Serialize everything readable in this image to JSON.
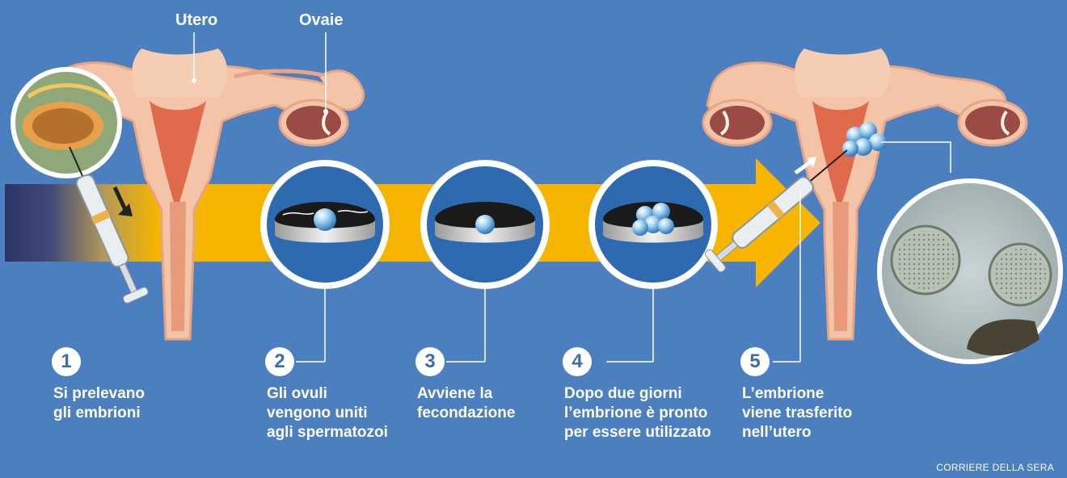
{
  "labels": {
    "uterus": "Utero",
    "ovaries": "Ovaie"
  },
  "steps": [
    {
      "number": "1",
      "text": "Si prelevano\ngli embrioni"
    },
    {
      "number": "2",
      "text": "Gli ovuli\nvengono uniti\nagli spermatozoi"
    },
    {
      "number": "3",
      "text": "Avviene la\nfecondazione"
    },
    {
      "number": "4",
      "text": "Dopo due giorni\nl’embrione è pronto\nper essere utilizzato"
    },
    {
      "number": "5",
      "text": "L’embrione\nviene trasferito\nnell’utero"
    }
  ],
  "credit": "CORRIERE DELLA SERA",
  "colors": {
    "background": "#4b7fbf",
    "arrow": "#f5b400",
    "tissue": "#f3c4a8",
    "tissue_dark": "#e06a4c",
    "ovary": "#9b4a45"
  }
}
